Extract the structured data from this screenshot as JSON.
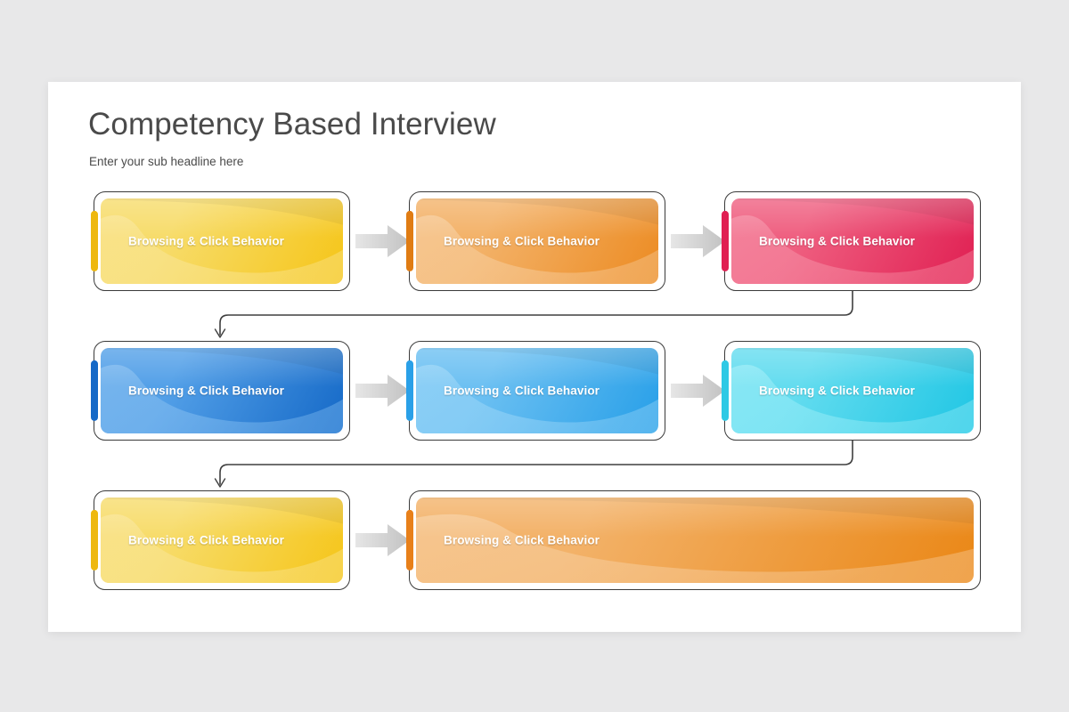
{
  "slide": {
    "background_color": "#e8e8e9",
    "surface_color": "#ffffff",
    "title": "Competency Based Interview",
    "subtitle": "Enter your sub headline here"
  },
  "diagram": {
    "type": "process-flow",
    "card_label_default": "Browsing & Click Behavior",
    "rows": [
      {
        "row_index": 1,
        "cards": [
          {
            "id": "card-r1-c1",
            "label": "Browsing & Click Behavior",
            "color_name": "yellow",
            "fill_from": "#f7dc6b",
            "fill_to": "#f5c518",
            "wave_light": "#f9e38b",
            "accent": "#eeb80f",
            "width_units": 1
          },
          {
            "id": "card-r1-c2",
            "label": "Browsing & Click Behavior",
            "color_name": "orange",
            "fill_from": "#f3b269",
            "fill_to": "#ec8b22",
            "wave_light": "#f6c791",
            "accent": "#e07c13",
            "width_units": 1
          },
          {
            "id": "card-r1-c3",
            "label": "Browsing & Click Behavior",
            "color_name": "pink",
            "fill_from": "#ef5f80",
            "fill_to": "#e01f52",
            "wave_light": "#f4839c",
            "accent": "#e01f52",
            "width_units": 1
          }
        ]
      },
      {
        "row_index": 2,
        "cards": [
          {
            "id": "card-r2-c1",
            "label": "Browsing & Click Behavior",
            "color_name": "blue-dark",
            "fill_from": "#53a0e8",
            "fill_to": "#1569c7",
            "wave_light": "#78b6ee",
            "accent": "#1569c7",
            "width_units": 1
          },
          {
            "id": "card-r2-c2",
            "label": "Browsing & Click Behavior",
            "color_name": "blue",
            "fill_from": "#6cc0f2",
            "fill_to": "#279fe8",
            "wave_light": "#8ed0f6",
            "accent": "#2aa0e8",
            "width_units": 1
          },
          {
            "id": "card-r2-c3",
            "label": "Browsing & Click Behavior",
            "color_name": "cyan",
            "fill_from": "#63dcef",
            "fill_to": "#20c6e4",
            "wave_light": "#8ae8f5",
            "accent": "#2ec9e5",
            "width_units": 1
          }
        ]
      },
      {
        "row_index": 3,
        "cards": [
          {
            "id": "card-r3-c1",
            "label": "Browsing & Click Behavior",
            "color_name": "yellow",
            "fill_from": "#f7dc6b",
            "fill_to": "#f5c518",
            "wave_light": "#f9e38b",
            "accent": "#eeb80f",
            "width_units": 1
          },
          {
            "id": "card-r3-c2",
            "label": "Browsing & Click Behavior",
            "color_name": "orange-wide",
            "fill_from": "#f3b269",
            "fill_to": "#ea8716",
            "wave_light": "#f6c791",
            "accent": "#e8801a",
            "width_units": 2
          }
        ]
      }
    ],
    "arrows": [
      {
        "id": "arrow-r1-1",
        "from": "card-r1-c1",
        "to": "card-r1-c2",
        "direction": "right"
      },
      {
        "id": "arrow-r1-2",
        "from": "card-r1-c2",
        "to": "card-r1-c3",
        "direction": "right"
      },
      {
        "id": "arrow-r2-1",
        "from": "card-r2-c1",
        "to": "card-r2-c2",
        "direction": "right"
      },
      {
        "id": "arrow-r2-2",
        "from": "card-r2-c2",
        "to": "card-r2-c3",
        "direction": "right"
      },
      {
        "id": "arrow-r3-1",
        "from": "card-r3-c1",
        "to": "card-r3-c2",
        "direction": "right"
      }
    ],
    "connectors": [
      {
        "id": "connector-row1-row2",
        "from": "card-r1-c3",
        "to": "card-r2-c1",
        "style": "elbow-down-left-down",
        "color": "#3f3f3f"
      },
      {
        "id": "connector-row2-row3",
        "from": "card-r2-c3",
        "to": "card-r3-c1",
        "style": "elbow-down-left-down",
        "color": "#3f3f3f"
      }
    ],
    "arrow_color_from": "#e2e2e2",
    "arrow_color_to": "#c6c6c6"
  }
}
